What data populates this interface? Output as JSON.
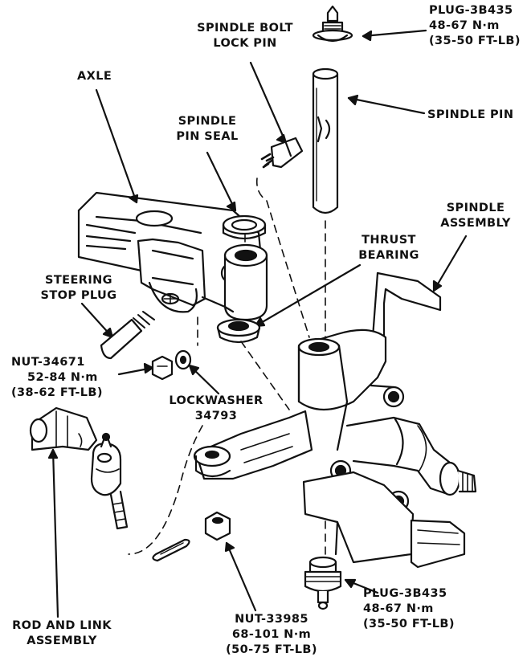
{
  "labels": {
    "spindle_bolt_lock_pin": [
      "SPINDLE BOLT",
      "LOCK PIN"
    ],
    "plug_top": [
      "PLUG-3B435",
      "48-67 N·m",
      "(35-50 FT-LB)"
    ],
    "axle": "AXLE",
    "spindle_pin": "SPINDLE PIN",
    "spindle_pin_seal": [
      "SPINDLE",
      "PIN SEAL"
    ],
    "spindle_assembly": [
      "SPINDLE",
      "ASSEMBLY"
    ],
    "thrust_bearing": [
      "THRUST",
      "BEARING"
    ],
    "steering_stop_plug": [
      "STEERING",
      "STOP PLUG"
    ],
    "nut_34671": [
      "NUT-34671",
      "52-84 N·m",
      "(38-62 FT-LB)"
    ],
    "lockwasher": [
      "LOCKWASHER",
      "34793"
    ],
    "plug_bottom": [
      "PLUG-3B435",
      "48-67 N·m",
      "(35-50 FT-LB)"
    ],
    "rod_link_assembly": [
      "ROD AND LINK",
      "ASSEMBLY"
    ],
    "nut_33985": [
      "NUT-33985",
      "68-101 N·m",
      "(50-75 FT-LB)"
    ]
  },
  "colors": {
    "ink": "#111111",
    "paper": "#ffffff"
  }
}
